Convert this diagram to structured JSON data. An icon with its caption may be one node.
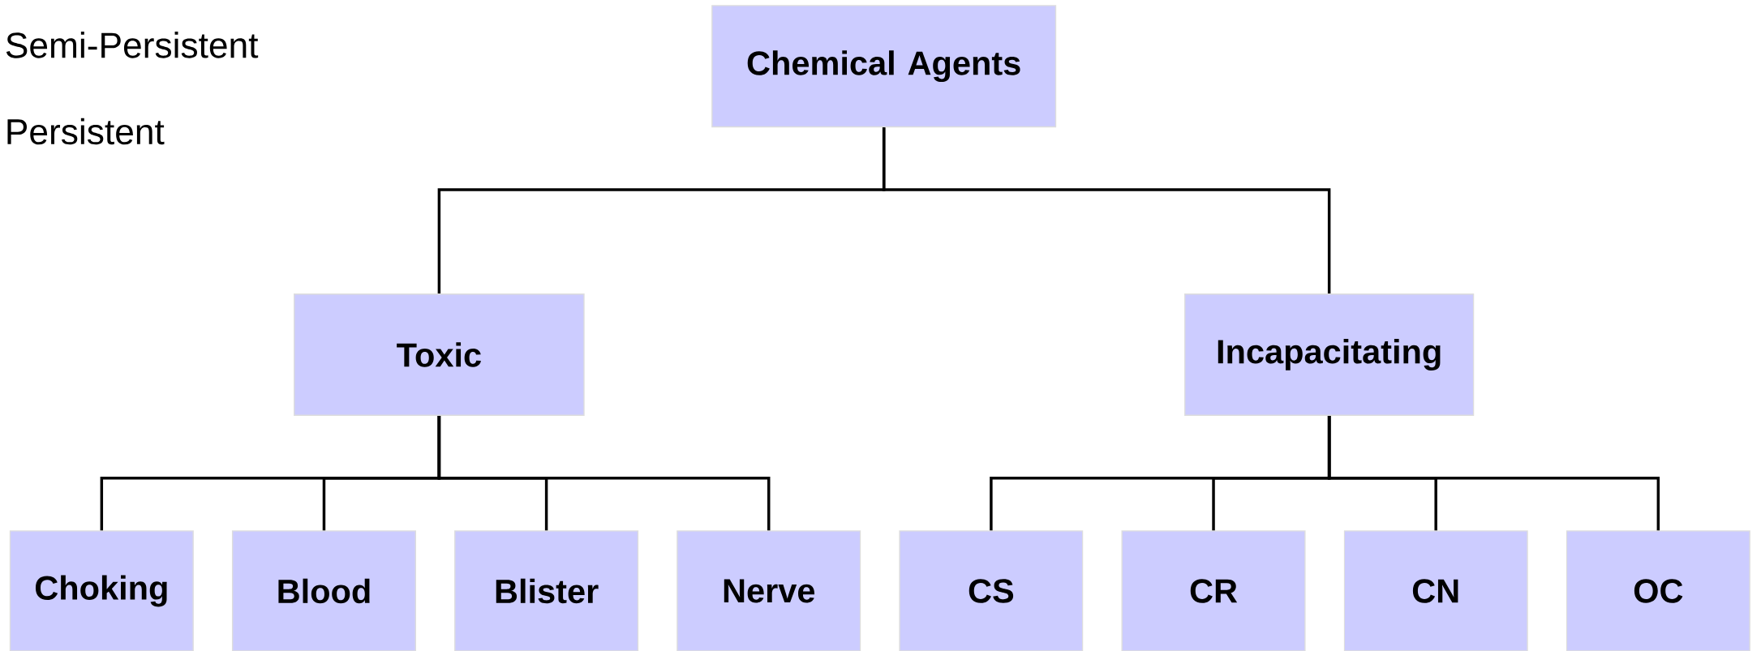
{
  "diagram": {
    "nodes": [
      {
        "text": [
          "Chemical Agents"
        ]
      },
      {
        "text": [
          "Toxic"
        ]
      },
      {
        "text": [
          "Incapacitating"
        ]
      },
      {
        "text": [
          "Choking"
        ]
      },
      {
        "text": [
          "Blood"
        ]
      },
      {
        "text": [
          "Blister"
        ]
      },
      {
        "text": [
          "Nerve"
        ]
      },
      {
        "text": [
          "CS"
        ]
      },
      {
        "text": [
          "CR"
        ]
      },
      {
        "text": [
          "CN"
        ]
      },
      {
        "text": [
          "OC"
        ]
      }
    ],
    "edges": [
      {
        "from": 0,
        "to": 1,
        "arrow": "none"
      },
      {
        "from": 0,
        "to": 2,
        "arrow": "none"
      },
      {
        "from": 1,
        "to": 3,
        "arrow": "none"
      },
      {
        "from": 1,
        "to": 4,
        "arrow": "none"
      },
      {
        "from": 1,
        "to": 5,
        "arrow": "none"
      },
      {
        "from": 1,
        "to": 6,
        "arrow": "none"
      },
      {
        "from": 2,
        "to": 7,
        "arrow": "none"
      },
      {
        "from": 2,
        "to": 8,
        "arrow": "none"
      },
      {
        "from": 2,
        "to": 9,
        "arrow": "none"
      },
      {
        "from": 2,
        "to": 10,
        "arrow": "none"
      }
    ],
    "labels": [
      "Semi-Persistent",
      "Persistent"
    ]
  }
}
